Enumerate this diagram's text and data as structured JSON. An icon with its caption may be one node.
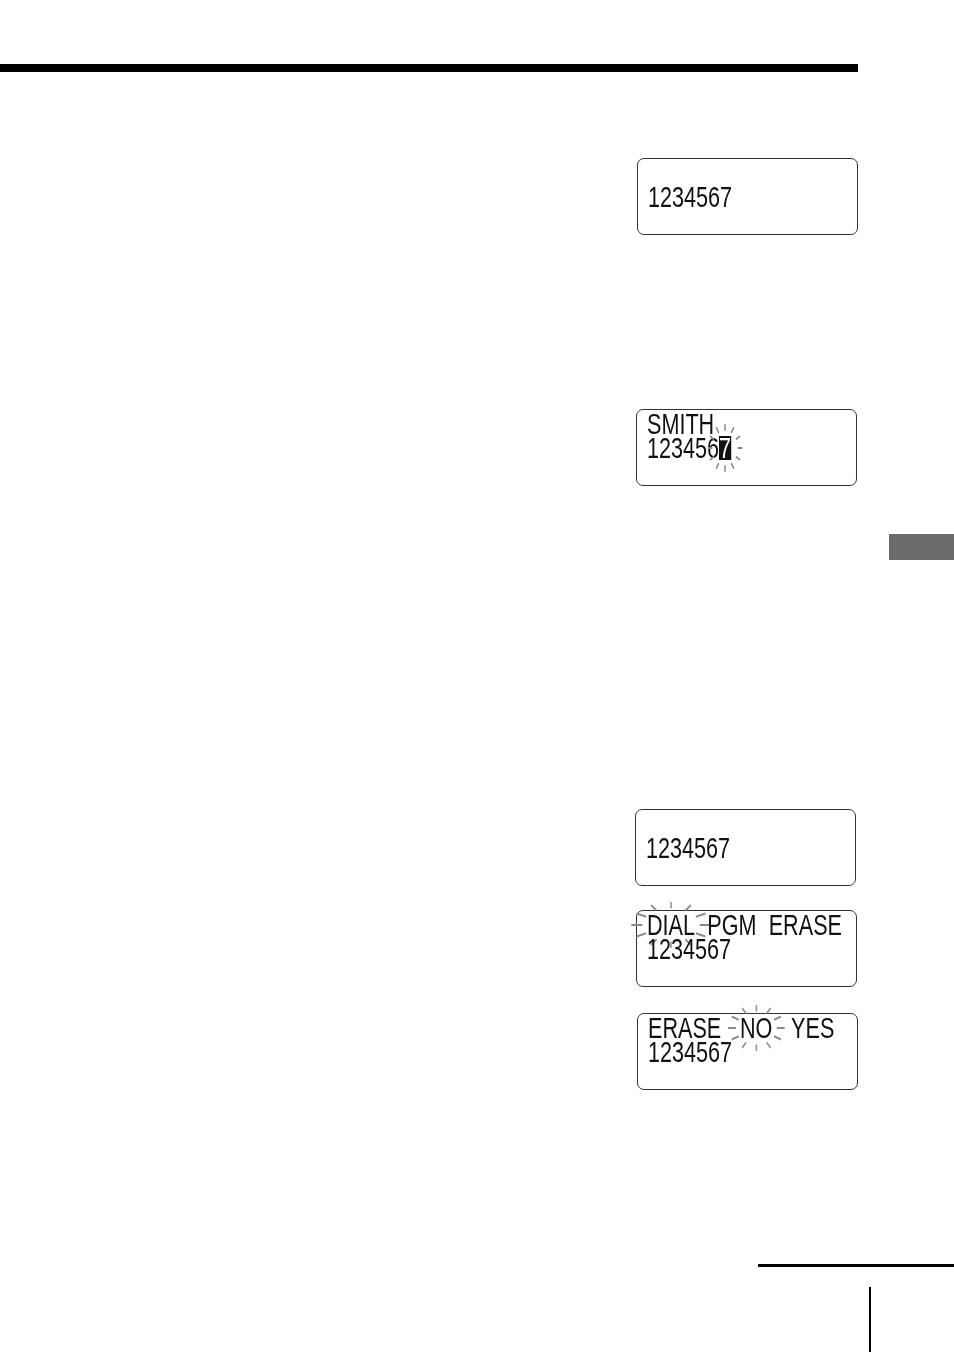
{
  "diagram": {
    "nodes": [
      {
        "text": [
          "1234567"
        ]
      },
      {
        "text": [
          "SMITH",
          "123456",
          "7"
        ]
      },
      {
        "text": [
          "1234567"
        ]
      },
      {
        "text": [
          "DIAL",
          "PGM",
          "ERASE",
          "1234567"
        ]
      },
      {
        "text": [
          "ERASE",
          "NO",
          "YES",
          "1234567"
        ]
      }
    ]
  }
}
